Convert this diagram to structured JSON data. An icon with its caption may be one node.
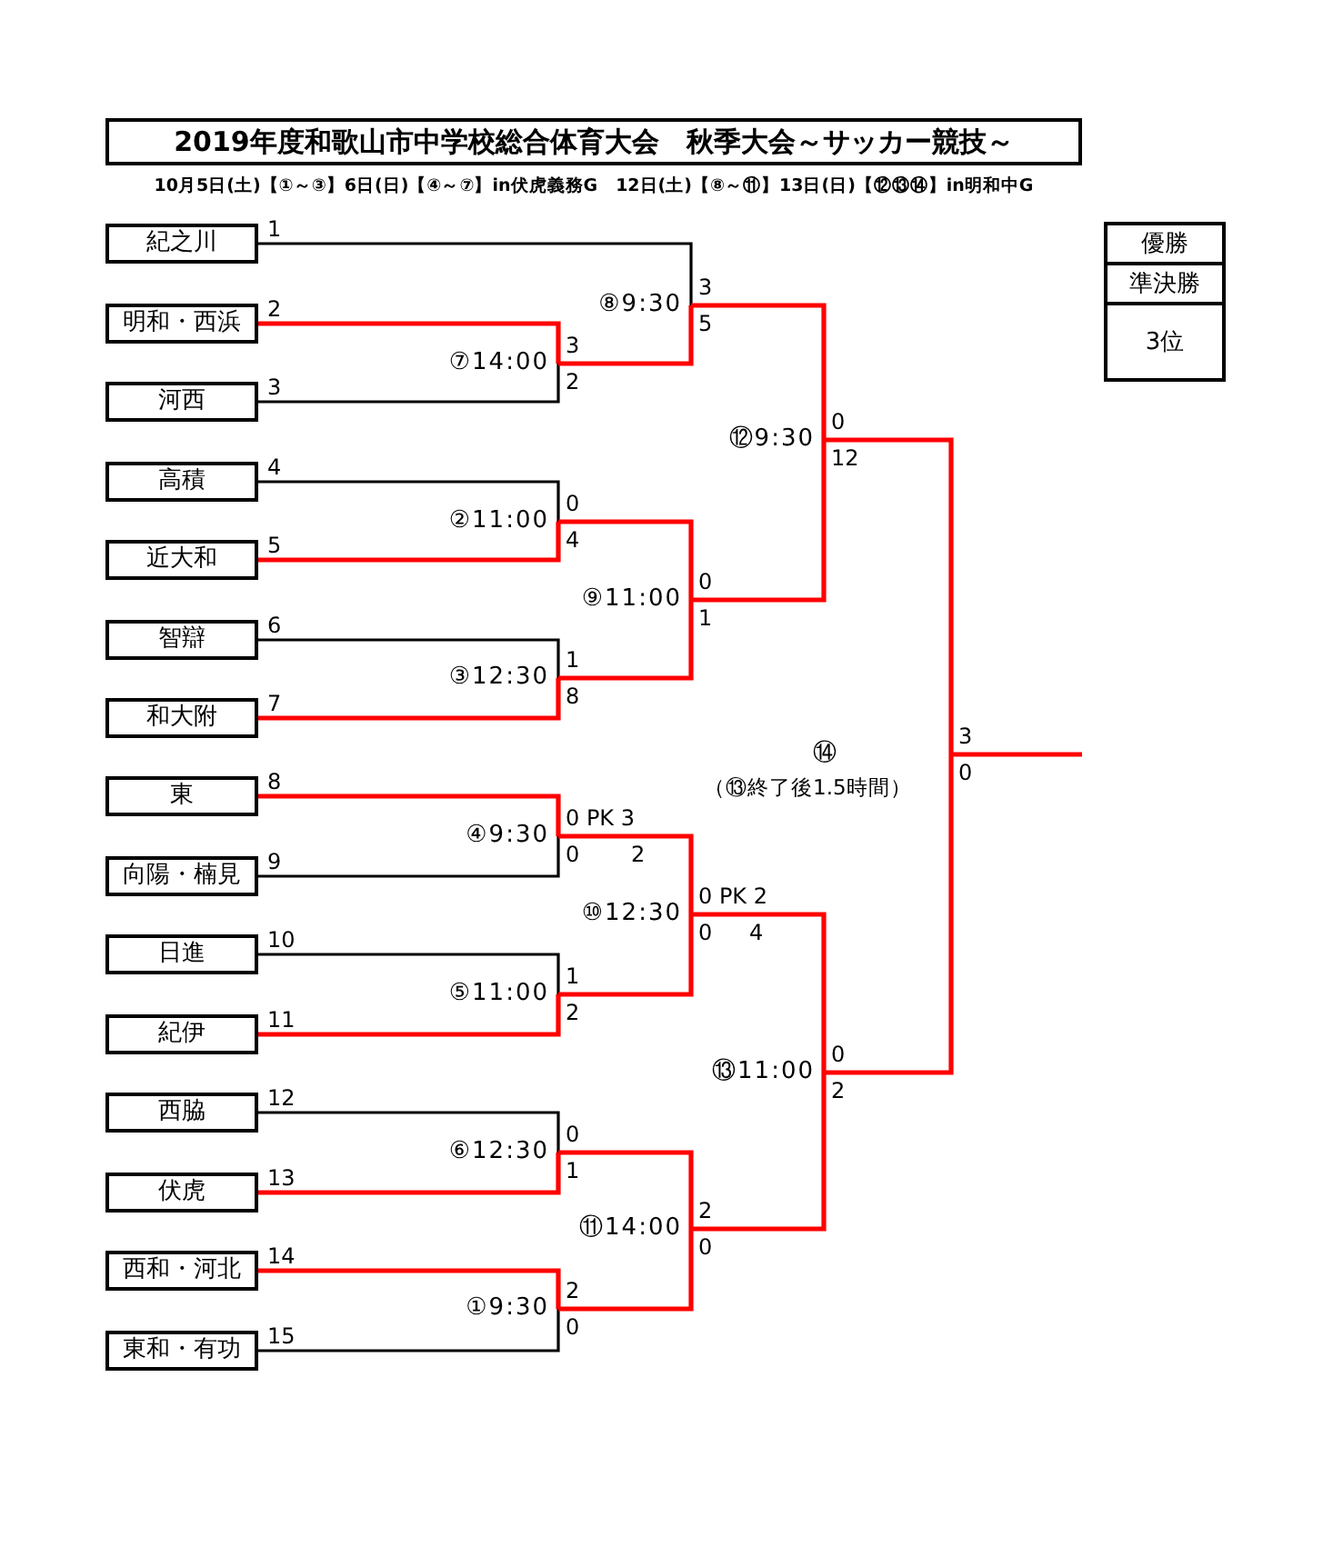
{
  "diagram": {
    "nodes": [
      {
        "text": [
          "2019年度和歌山市中学校総合体育大会　秋季大会～サッカー競技～"
        ]
      },
      {
        "text": [
          "紀之川"
        ],
        "beside": [
          "1"
        ]
      },
      {
        "text": [
          "明和・西浜"
        ],
        "beside": [
          "2"
        ]
      },
      {
        "text": [
          "河西"
        ],
        "beside": [
          "3"
        ]
      },
      {
        "text": [
          "高積"
        ],
        "beside": [
          "4"
        ]
      },
      {
        "text": [
          "近大和"
        ],
        "beside": [
          "5"
        ]
      },
      {
        "text": [
          "智辯"
        ],
        "beside": [
          "6"
        ]
      },
      {
        "text": [
          "和大附"
        ],
        "beside": [
          "7"
        ]
      },
      {
        "text": [
          "東"
        ],
        "beside": [
          "8"
        ]
      },
      {
        "text": [
          "向陽・楠見"
        ],
        "beside": [
          "9"
        ]
      },
      {
        "text": [
          "日進"
        ],
        "beside": [
          "10"
        ]
      },
      {
        "text": [
          "紀伊"
        ],
        "beside": [
          "11"
        ]
      },
      {
        "text": [
          "西脇"
        ],
        "beside": [
          "12"
        ]
      },
      {
        "text": [
          "伏虎"
        ],
        "beside": [
          "13"
        ]
      },
      {
        "text": [
          "西和・河北"
        ],
        "beside": [
          "14"
        ]
      },
      {
        "text": [
          "東和・有功"
        ],
        "beside": [
          "15"
        ]
      },
      {
        "text": [
          "⑦14:00"
        ]
      },
      {
        "text": [
          "②11:00"
        ]
      },
      {
        "text": [
          "③12:30"
        ]
      },
      {
        "text": [
          "④9:30"
        ]
      },
      {
        "text": [
          "⑤11:00"
        ]
      },
      {
        "text": [
          "⑥12:30"
        ]
      },
      {
        "text": [
          "①9:30"
        ]
      },
      {
        "text": [
          "⑧9:30"
        ]
      },
      {
        "text": [
          "⑨11:00"
        ]
      },
      {
        "text": [
          "⑩12:30"
        ]
      },
      {
        "text": [
          "⑪14:00"
        ]
      },
      {
        "text": [
          "⑫9:30"
        ]
      },
      {
        "text": [
          "⑬11:00"
        ]
      },
      {
        "text": [
          "⑭",
          "（⑬終了後1.5時間）"
        ]
      }
    ],
    "edges": [
      {
        "from": 1,
        "to": 23,
        "arrow": "none",
        "label": "3",
        "color": "#000000"
      },
      {
        "from": 2,
        "to": 16,
        "arrow": "none",
        "label": "3"
      },
      {
        "from": 3,
        "to": 16,
        "arrow": "none",
        "label": "2",
        "color": "#000000"
      },
      {
        "from": 4,
        "to": 17,
        "arrow": "none",
        "label": "0",
        "color": "#000000"
      },
      {
        "from": 5,
        "to": 17,
        "arrow": "none",
        "label": "4"
      },
      {
        "from": 6,
        "to": 18,
        "arrow": "none",
        "label": "1",
        "color": "#000000"
      },
      {
        "from": 7,
        "to": 18,
        "arrow": "none",
        "label": "8"
      },
      {
        "from": 8,
        "to": 19,
        "arrow": "none",
        "label": "0 PK 3"
      },
      {
        "from": 9,
        "to": 19,
        "arrow": "none",
        "label": "0",
        "color": "#000000"
      },
      {
        "from": 10,
        "to": 20,
        "arrow": "none",
        "label": "1",
        "color": "#000000"
      },
      {
        "from": 11,
        "to": 20,
        "arrow": "none",
        "label": "2"
      },
      {
        "from": 12,
        "to": 21,
        "arrow": "none",
        "label": "0",
        "color": "#000000"
      },
      {
        "from": 13,
        "to": 21,
        "arrow": "none",
        "label": "1"
      },
      {
        "from": 14,
        "to": 22,
        "arrow": "none",
        "label": "2"
      },
      {
        "from": 15,
        "to": 22,
        "arrow": "none",
        "label": "0",
        "color": "#000000"
      },
      {
        "from": 16,
        "to": 23,
        "arrow": "none",
        "label": "5"
      },
      {
        "from": 17,
        "to": 24,
        "arrow": "none",
        "label": "0"
      },
      {
        "from": 18,
        "to": 24,
        "arrow": "none",
        "label": "1"
      },
      {
        "from": 19,
        "to": 25,
        "arrow": "none",
        "label": "0 PK 2"
      },
      {
        "from": 20,
        "to": 25,
        "arrow": "none",
        "label": "0"
      },
      {
        "from": 21,
        "to": 26,
        "arrow": "none",
        "label": "2"
      },
      {
        "from": 22,
        "to": 26,
        "arrow": "none",
        "label": "0"
      },
      {
        "from": 23,
        "to": 27,
        "arrow": "none",
        "label": "0"
      },
      {
        "from": 24,
        "to": 27,
        "arrow": "none",
        "label": "12"
      },
      {
        "from": 25,
        "to": 28,
        "arrow": "none",
        "label": "0"
      },
      {
        "from": 26,
        "to": 28,
        "arrow": "none",
        "label": "2"
      },
      {
        "from": 27,
        "to": 29,
        "arrow": "none",
        "label": "3"
      },
      {
        "from": 28,
        "to": 29,
        "arrow": "none",
        "label": "0"
      },
      {
        "from": 29,
        "to": null,
        "arrow": "none"
      }
    ],
    "labels": [
      "10月5日(土)【①～③】6日(日)【④～⑦】in伏虎義務G　12日(土)【⑧～⑪】13日(日)【⑫⑬⑭】in明和中G",
      "優勝",
      "準決勝",
      "3位",
      "2",
      "4"
    ]
  }
}
